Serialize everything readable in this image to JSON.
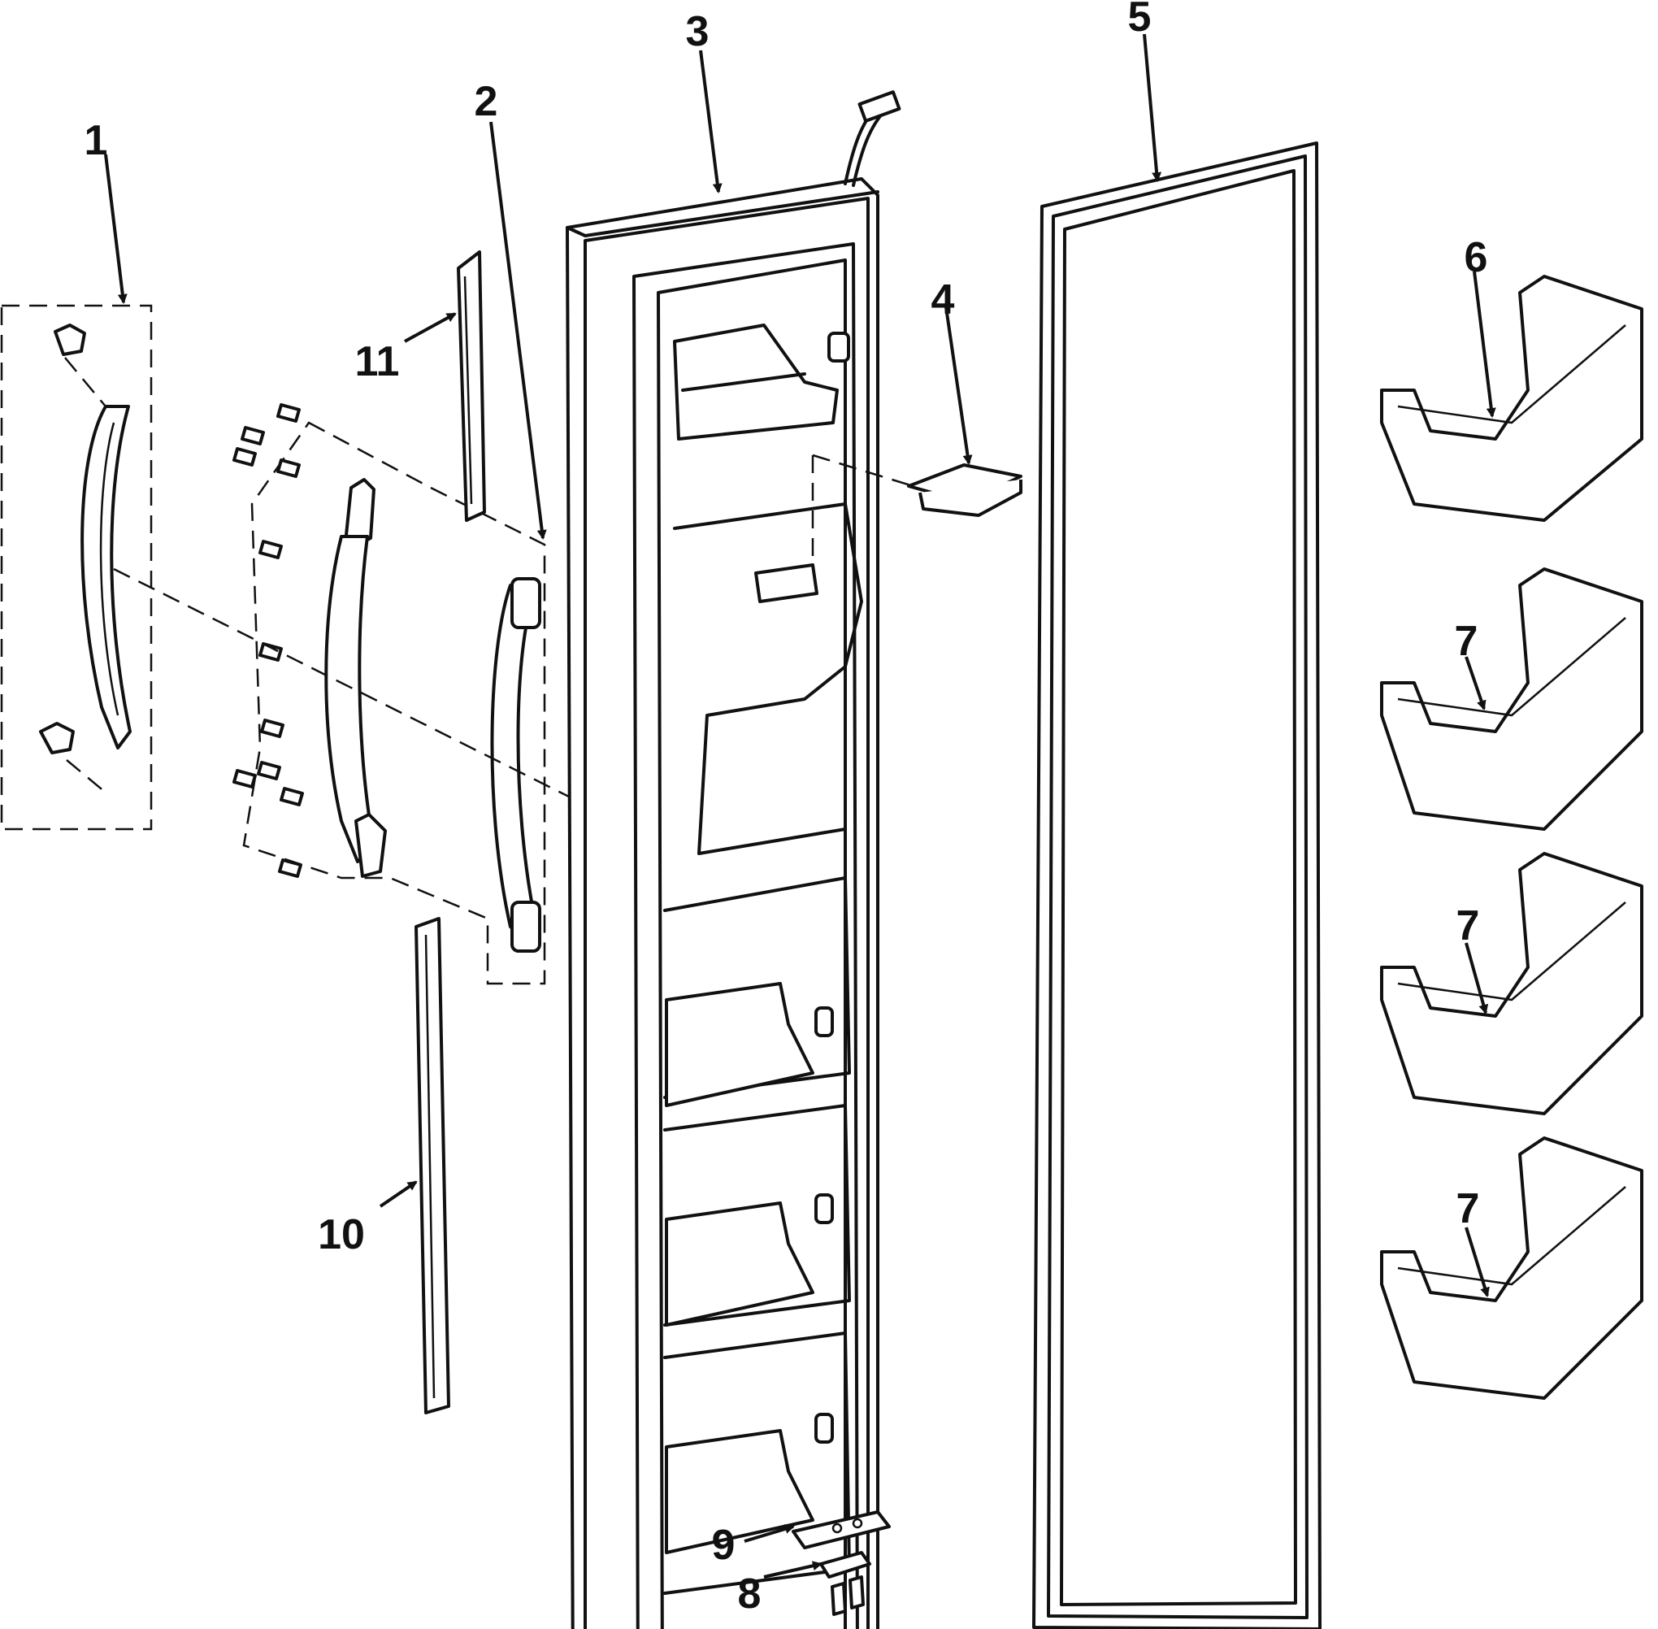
{
  "diagram": {
    "callouts": [
      "1",
      "2",
      "3",
      "4",
      "5",
      "6",
      "7",
      "7",
      "7",
      "8",
      "9",
      "10",
      "11"
    ]
  }
}
